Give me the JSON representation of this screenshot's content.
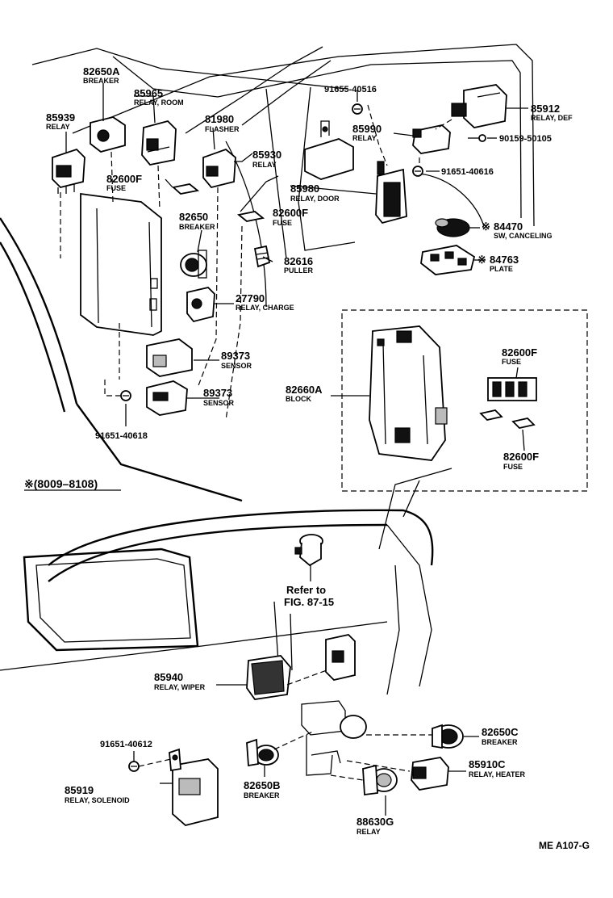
{
  "parts": {
    "p82650A": {
      "no": "82650A",
      "name": "BREAKER"
    },
    "p85965": {
      "no": "85965",
      "name": "RELAY, ROOM"
    },
    "p85939": {
      "no": "85939",
      "name": "RELAY"
    },
    "p81980": {
      "no": "81980",
      "name": "FLASHER"
    },
    "p82600F_a": {
      "no": "82600F",
      "name": "FUSE"
    },
    "p85930": {
      "no": "85930",
      "name": "RELAY"
    },
    "p85980": {
      "no": "85980",
      "name": "RELAY, DOOR"
    },
    "p82600F_b": {
      "no": "82600F",
      "name": "FUSE"
    },
    "p82650": {
      "no": "82650",
      "name": "BREAKER"
    },
    "p82616": {
      "no": "82616",
      "name": "PULLER"
    },
    "p27790": {
      "no": "27790",
      "name": "RELAY, CHARGE"
    },
    "p89373_a": {
      "no": "89373",
      "name": "SENSOR"
    },
    "p89373_b": {
      "no": "89373",
      "name": "SENSOR"
    },
    "p91651_40618": {
      "no": "91651-40618"
    },
    "p91655_40516": {
      "no": "91655-40516"
    },
    "p85912": {
      "no": "85912",
      "name": "RELAY, DEF"
    },
    "p85990": {
      "no": "85990",
      "name": "RELAY"
    },
    "p90159_50105": {
      "no": "90159-50105"
    },
    "p91651_40616": {
      "no": "91651-40616"
    },
    "p84470": {
      "no": "84470",
      "name": "SW, CANCELING",
      "mark": "※"
    },
    "p84763": {
      "no": "84763",
      "name": "PLATE",
      "mark": "※"
    },
    "p82660A": {
      "no": "82660A",
      "name": "BLOCK"
    },
    "p82600F_c": {
      "no": "82600F",
      "name": "FUSE"
    },
    "p82600F_d": {
      "no": "82600F",
      "name": "FUSE"
    },
    "p85940": {
      "no": "85940",
      "name": "RELAY, WIPER"
    },
    "p91651_40612": {
      "no": "91651-40612"
    },
    "p85919": {
      "no": "85919",
      "name": "RELAY, SOLENOID"
    },
    "p82650B": {
      "no": "82650B",
      "name": "BREAKER"
    },
    "p88630G": {
      "no": "88630G",
      "name": "RELAY"
    },
    "p82650C": {
      "no": "82650C",
      "name": "BREAKER"
    },
    "p85910C": {
      "no": "85910C",
      "name": "RELAY, HEATER"
    }
  },
  "refer": {
    "line1": "Refer to",
    "line2": "FIG. 87-15"
  },
  "note": "※(8009–8108)",
  "figure_code": "ME  A107-G"
}
